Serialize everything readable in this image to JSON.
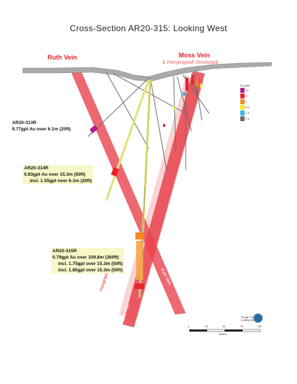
{
  "title": "Cross-Section AR20-315: Looking West",
  "veins": {
    "ruth": "Ruth Vein",
    "moss": "Moss Vein",
    "hangingwall": "& Hangingwall Stockwork"
  },
  "intercepts": [
    {
      "hole": "AR20-313R",
      "lines": [
        "9.77gpt Au over 6.1m (20ft)"
      ]
    },
    {
      "hole": "AR20-314R",
      "lines": [
        "0.83gpt Au over 15.3m (50ft)",
        "incl. 1.55gpt over 6.1m (20ft)"
      ]
    },
    {
      "hole": "AR20-315R",
      "lines": [
        "0.79gpt Au over 109.8m (360ft)",
        "incl. 1.75gpt over 15.3m (50ft)",
        "incl. 1.85gpt over 15.3m (50ft)"
      ]
    }
  ],
  "diagram_labels": {
    "ruth_vein_lower": "Ruth Vein",
    "moss_vein_lower": "Moss Vein",
    "hw_stockwork_lower": "Hangingwall Stockwork"
  },
  "legend": {
    "title": "Au (g/t)",
    "items": [
      {
        "label": "10",
        "color": "#b0208c"
      },
      {
        "label": "5",
        "color": "#e8232a"
      },
      {
        "label": "1",
        "color": "#f28a1e"
      },
      {
        "label": "0.5",
        "color": "#f5e52a"
      },
      {
        "label": "0.3",
        "color": "#3ab1e8"
      },
      {
        "label": "0.1",
        "color": "#6c6c6c"
      }
    ]
  },
  "scale": {
    "ticks": [
      "0",
      "25",
      "50",
      "75",
      "100"
    ],
    "unit": "Meters"
  },
  "orientation": {
    "plunge": "Plunge +00",
    "azimuth": "Looking West"
  },
  "colors": {
    "vein": "#e8434d",
    "stockwork": "#f4b7b7",
    "surface": "#a9aaa9",
    "drill_yellow": "#e2e27a"
  }
}
